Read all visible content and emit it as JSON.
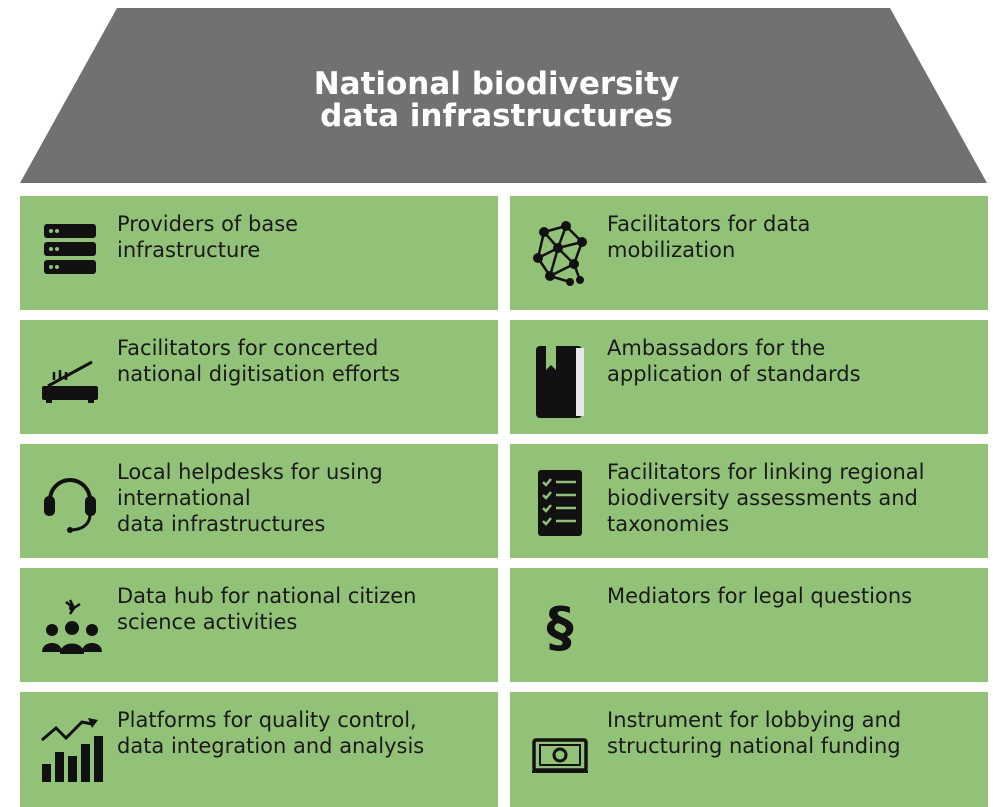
{
  "roof": {
    "title_line1": "National biodiversity",
    "title_line2": "data infrastructures"
  },
  "cells": [
    {
      "label": "Providers of base\ninfrastructure",
      "icon": "server-icon"
    },
    {
      "label": "Facilitators for data\nmobilization",
      "icon": "network-icon"
    },
    {
      "label": "Facilitators for concerted\nnational digitisation efforts",
      "icon": "scanner-icon"
    },
    {
      "label": "Ambassadors for the\napplication of standards",
      "icon": "book-icon"
    },
    {
      "label": "Local helpdesks for using\ninternational\ndata infrastructures",
      "icon": "headset-icon"
    },
    {
      "label": "Facilitators for linking regional\nbiodiversity assessments and\ntaxonomies",
      "icon": "checklist-icon"
    },
    {
      "label": "Data hub for national citizen\nscience activities",
      "icon": "people-icon"
    },
    {
      "label": "Mediators for legal questions",
      "icon": "section-sign-icon"
    },
    {
      "label": "Platforms for quality control,\ndata integration and analysis",
      "icon": "bar-chart-icon"
    },
    {
      "label": "Instrument for lobbying and\nstructuring national funding",
      "icon": "banknote-icon"
    }
  ],
  "colors": {
    "roof": "#717171",
    "cell": "#91c278",
    "text": "#1a1a1a"
  }
}
